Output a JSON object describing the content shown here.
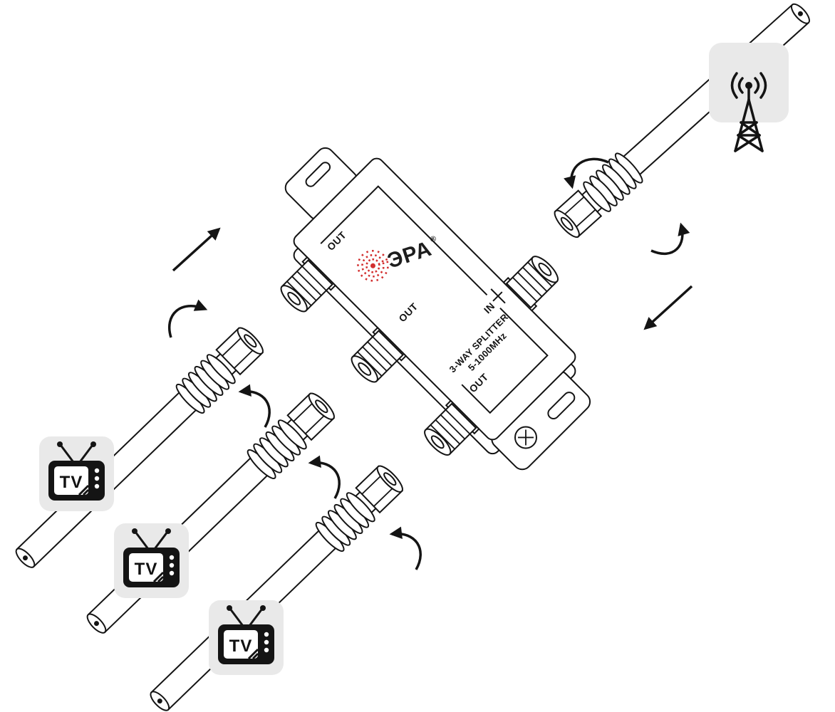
{
  "colors": {
    "line": "#141414",
    "text": "#141414",
    "brand-red": "#d22f2f",
    "icon-bg": "#e9e9e9"
  },
  "splitter": {
    "brand": "ЭРА",
    "brand_reg": "®",
    "model_line1": "3-WAY SPLITTER",
    "model_line2": "5-1000MHz",
    "in_label": "IN",
    "out_label": "OUT"
  },
  "devices": {
    "antenna": {
      "icon": "antenna-icon"
    },
    "tvs": [
      {
        "label": "TV",
        "icon": "tv-icon"
      },
      {
        "label": "TV",
        "icon": "tv-icon"
      },
      {
        "label": "TV",
        "icon": "tv-icon"
      }
    ]
  },
  "icons": {
    "antenna": "antenna-tower-icon",
    "tv": "tv-icon",
    "screw": "screw-icon",
    "rotation_arrow": "rotate-arrow-icon",
    "direction_arrow": "direction-arrow-icon",
    "coax_connector": "coax-connector-icon",
    "coax_port": "threaded-port-icon"
  }
}
